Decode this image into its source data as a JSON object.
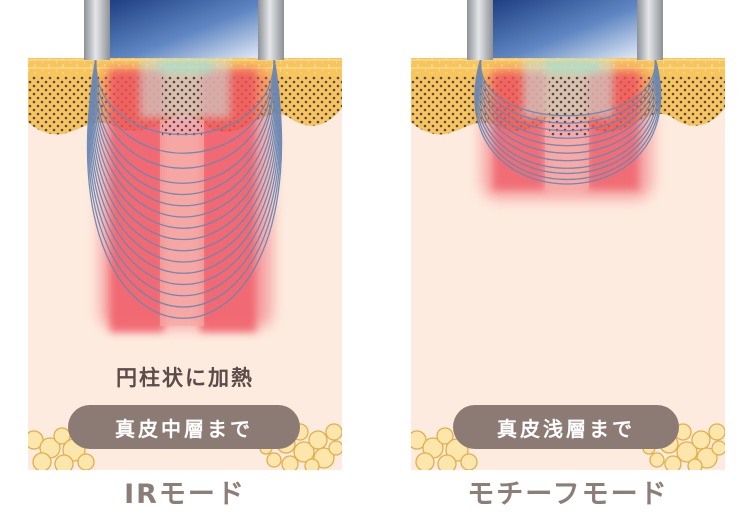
{
  "left": {
    "description": "円柱状に加熱",
    "depth_label": "真皮中層まで",
    "mode_title": "IRモード"
  },
  "right": {
    "depth_label": "真皮浅層まで",
    "mode_title": "モチーフモード"
  },
  "colors": {
    "skin": "#fdebdf",
    "fat": "#fde6ab",
    "fat_outline": "#e2ae4b",
    "epidermis_dots": "#3d3a5c",
    "heat": "#f05a66",
    "field_lines": "#6a87b3",
    "electrode_metal": "#a9adb2",
    "electrode_glass": "#2a4f8f",
    "label_pill": "#8c7b75",
    "title_text": "#8b7d78"
  }
}
